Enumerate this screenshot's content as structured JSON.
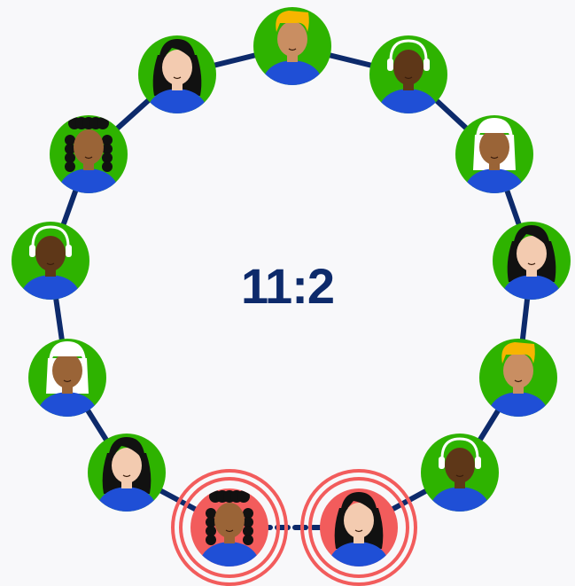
{
  "ratio_label": "11:2",
  "colors": {
    "background": "#f8f8fa",
    "connector": "#0d2a6b",
    "normal_node": "#2eb300",
    "highlight_node": "#f25c5c",
    "highlight_rings": "#f25c5c",
    "shirt": "#1f4fd6",
    "text": "#0d2a6b"
  },
  "people": [
    {
      "name": "person-1",
      "hair": "blonde-short",
      "skin": "tan",
      "status": "normal"
    },
    {
      "name": "person-2",
      "hair": "bald-headphones",
      "skin": "dark",
      "status": "normal"
    },
    {
      "name": "person-3",
      "hair": "white-long",
      "skin": "medium",
      "status": "normal"
    },
    {
      "name": "person-4",
      "hair": "black-long",
      "skin": "light",
      "status": "normal"
    },
    {
      "name": "person-5",
      "hair": "blonde-short",
      "skin": "tan",
      "status": "normal"
    },
    {
      "name": "person-6",
      "hair": "bald-headphones",
      "skin": "dark",
      "status": "normal"
    },
    {
      "name": "person-7",
      "hair": "black-long",
      "skin": "light",
      "status": "highlighted"
    },
    {
      "name": "person-8",
      "hair": "black-curly",
      "skin": "medium",
      "status": "highlighted"
    },
    {
      "name": "person-9",
      "hair": "black-long",
      "skin": "light",
      "status": "normal"
    },
    {
      "name": "person-10",
      "hair": "white-long",
      "skin": "medium",
      "status": "normal"
    },
    {
      "name": "person-11",
      "hair": "bald-headphones",
      "skin": "dark",
      "status": "normal"
    },
    {
      "name": "person-12",
      "hair": "black-curly",
      "skin": "medium",
      "status": "normal"
    },
    {
      "name": "person-13",
      "hair": "black-long",
      "skin": "light",
      "status": "normal"
    }
  ]
}
